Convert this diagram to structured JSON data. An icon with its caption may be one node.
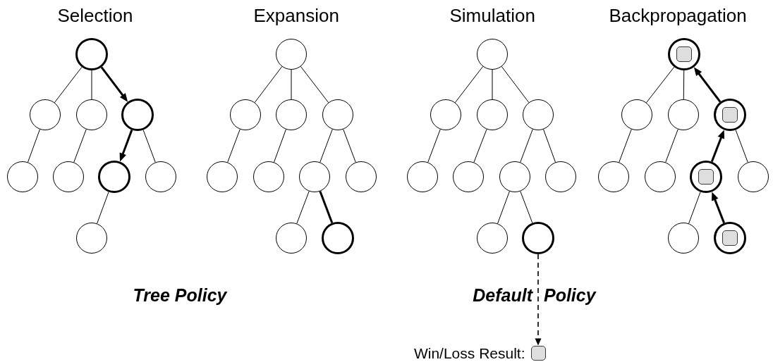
{
  "diagram": {
    "nodes": [
      {
        "text": [],
        "shape": "circle"
      },
      {
        "text": [],
        "shape": "circle"
      },
      {
        "text": [],
        "shape": "circle"
      },
      {
        "text": [],
        "shape": "circle"
      },
      {
        "text": [],
        "shape": "circle"
      },
      {
        "text": [],
        "shape": "circle"
      },
      {
        "text": [],
        "shape": "circle"
      },
      {
        "text": [],
        "shape": "circle"
      },
      {
        "text": [],
        "shape": "circle"
      },
      {
        "text": [],
        "shape": "circle"
      },
      {
        "text": [],
        "shape": "circle"
      },
      {
        "text": [],
        "shape": "circle"
      },
      {
        "text": [],
        "shape": "circle"
      },
      {
        "text": [],
        "shape": "circle"
      },
      {
        "text": [],
        "shape": "circle"
      },
      {
        "text": [],
        "shape": "circle"
      },
      {
        "text": [],
        "shape": "circle"
      },
      {
        "text": [],
        "shape": "circle"
      },
      {
        "text": [],
        "shape": "circle"
      },
      {
        "text": [],
        "shape": "circle"
      },
      {
        "text": [],
        "shape": "circle"
      },
      {
        "text": [],
        "shape": "circle"
      },
      {
        "text": [],
        "shape": "circle"
      },
      {
        "text": [],
        "shape": "circle"
      },
      {
        "text": [],
        "shape": "circle"
      },
      {
        "text": [],
        "shape": "circle"
      },
      {
        "text": [],
        "shape": "circle"
      },
      {
        "text": [],
        "shape": "circle"
      },
      {
        "text": [],
        "shape": "circle"
      },
      {
        "text": [],
        "shape": "circle"
      },
      {
        "text": [],
        "shape": "box",
        "in": 29
      },
      {
        "text": [],
        "shape": "circle"
      },
      {
        "text": [],
        "shape": "circle"
      },
      {
        "text": [],
        "shape": "circle"
      },
      {
        "text": [],
        "shape": "box",
        "in": 33
      },
      {
        "text": [],
        "shape": "circle"
      },
      {
        "text": [],
        "shape": "circle"
      },
      {
        "text": [],
        "shape": "circle"
      },
      {
        "text": [],
        "shape": "box",
        "in": 37
      },
      {
        "text": [],
        "shape": "circle"
      },
      {
        "text": [],
        "shape": "circle"
      },
      {
        "text": [],
        "shape": "circle"
      },
      {
        "text": [],
        "shape": "box",
        "in": 41
      },
      {
        "text": [],
        "shape": "box",
        "beside": [
          "Win/Loss Result:"
        ]
      }
    ],
    "edges": [
      {
        "from": 0,
        "to": 1,
        "arrow": "none"
      },
      {
        "from": 0,
        "to": 2,
        "arrow": "none"
      },
      {
        "from": 0,
        "to": 3,
        "arrow": "to",
        "style": "thick"
      },
      {
        "from": 1,
        "to": 4,
        "arrow": "none"
      },
      {
        "from": 2,
        "to": 5,
        "arrow": "none"
      },
      {
        "from": 3,
        "to": 6,
        "arrow": "to",
        "style": "thick"
      },
      {
        "from": 3,
        "to": 7,
        "arrow": "none"
      },
      {
        "from": 6,
        "to": 8,
        "arrow": "none"
      },
      {
        "from": 9,
        "to": 10,
        "arrow": "none"
      },
      {
        "from": 9,
        "to": 11,
        "arrow": "none"
      },
      {
        "from": 9,
        "to": 12,
        "arrow": "none"
      },
      {
        "from": 10,
        "to": 13,
        "arrow": "none"
      },
      {
        "from": 11,
        "to": 14,
        "arrow": "none"
      },
      {
        "from": 12,
        "to": 15,
        "arrow": "none"
      },
      {
        "from": 12,
        "to": 16,
        "arrow": "none"
      },
      {
        "from": 15,
        "to": 17,
        "arrow": "none"
      },
      {
        "from": 15,
        "to": 18,
        "arrow": "none",
        "style": "thick"
      },
      {
        "from": 19,
        "to": 20,
        "arrow": "none"
      },
      {
        "from": 19,
        "to": 21,
        "arrow": "none"
      },
      {
        "from": 19,
        "to": 22,
        "arrow": "none"
      },
      {
        "from": 20,
        "to": 23,
        "arrow": "none"
      },
      {
        "from": 21,
        "to": 24,
        "arrow": "none"
      },
      {
        "from": 22,
        "to": 25,
        "arrow": "none"
      },
      {
        "from": 22,
        "to": 26,
        "arrow": "none"
      },
      {
        "from": 25,
        "to": 27,
        "arrow": "none"
      },
      {
        "from": 25,
        "to": 28,
        "arrow": "none"
      },
      {
        "from": 28,
        "to": 43,
        "arrow": "to",
        "style": "dashed"
      },
      {
        "from": 29,
        "to": 31,
        "arrow": "none"
      },
      {
        "from": 29,
        "to": 32,
        "arrow": "none"
      },
      {
        "from": 33,
        "to": 29,
        "arrow": "to",
        "style": "thick"
      },
      {
        "from": 31,
        "to": 35,
        "arrow": "none"
      },
      {
        "from": 32,
        "to": 36,
        "arrow": "none"
      },
      {
        "from": 37,
        "to": 33,
        "arrow": "to",
        "style": "thick"
      },
      {
        "from": 33,
        "to": 39,
        "arrow": "none"
      },
      {
        "from": 37,
        "to": 40,
        "arrow": "none"
      },
      {
        "from": 41,
        "to": 37,
        "arrow": "to",
        "style": "thick"
      }
    ],
    "labels": [
      "Selection",
      "Expansion",
      "Simulation",
      "Backpropagation",
      "Tree Policy",
      "Default Policy"
    ]
  }
}
